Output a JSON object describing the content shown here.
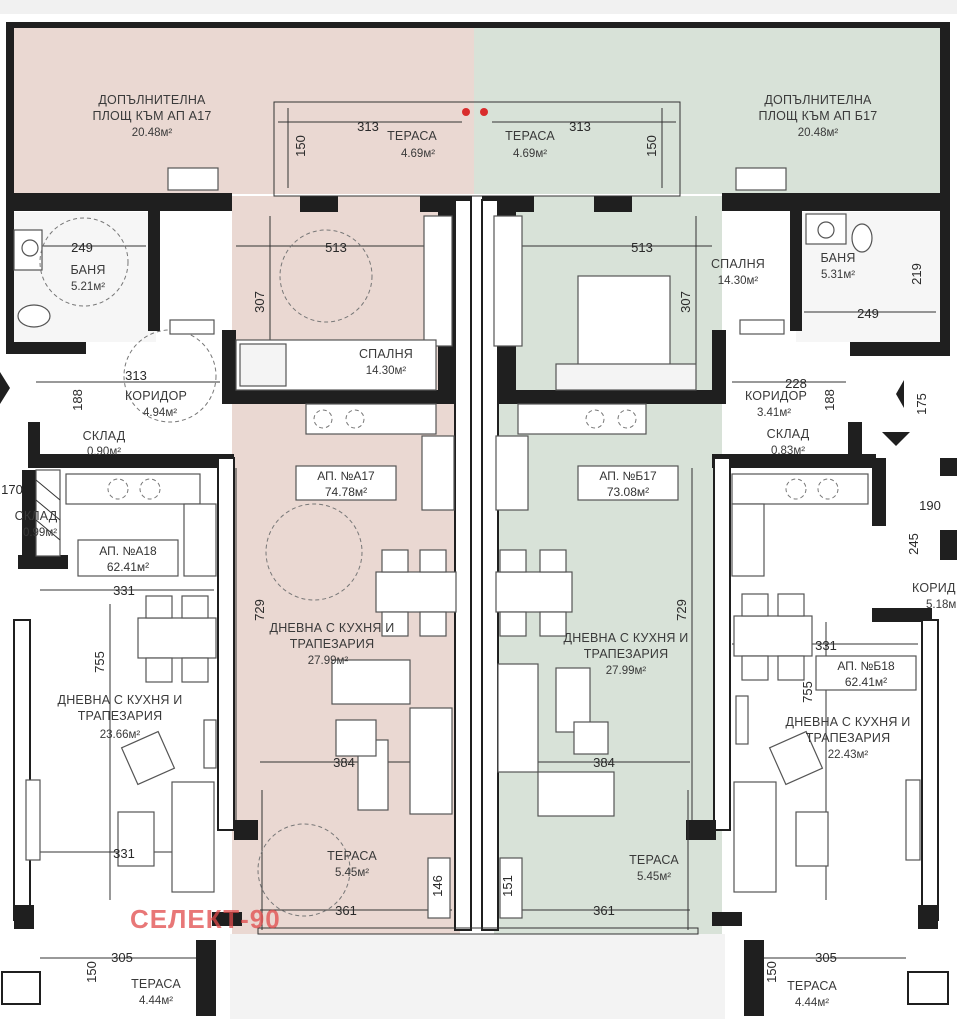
{
  "apartments": [
    {
      "id": "a17",
      "label": "АП. №А17",
      "area": "74.78м²"
    },
    {
      "id": "b17",
      "label": "АП. №Б17",
      "area": "73.08м²"
    },
    {
      "id": "a18",
      "label": "АП. №А18",
      "area": "62.41м²"
    },
    {
      "id": "b18",
      "label": "АП. №Б18",
      "area": "62.41м²"
    }
  ],
  "rooms": [
    {
      "id": "extra-a17",
      "lines": [
        "ДОПЪЛНИТЕЛНА",
        "ПЛОЩ КЪМ АП А17"
      ],
      "area": "20.48м²"
    },
    {
      "id": "extra-b17",
      "lines": [
        "ДОПЪЛНИТЕЛНА",
        "ПЛОЩ КЪМ АП Б17"
      ],
      "area": "20.48м²"
    },
    {
      "id": "terrace-a17-top",
      "lines": [
        "ТЕРАСА"
      ],
      "area": "4.69м²"
    },
    {
      "id": "terrace-b17-top",
      "lines": [
        "ТЕРАСА"
      ],
      "area": "4.69м²"
    },
    {
      "id": "bath-a17",
      "lines": [
        "БАНЯ"
      ],
      "area": "5.21м²"
    },
    {
      "id": "bath-b17",
      "lines": [
        "БАНЯ"
      ],
      "area": "5.31м²"
    },
    {
      "id": "bed-a17",
      "lines": [
        "СПАЛНЯ"
      ],
      "area": "14.30м²"
    },
    {
      "id": "bed-b17",
      "lines": [
        "СПАЛНЯ"
      ],
      "area": "14.30м²"
    },
    {
      "id": "corr-a17",
      "lines": [
        "КОРИДОР"
      ],
      "area": "4.94м²"
    },
    {
      "id": "corr-b17",
      "lines": [
        "КОРИДОР"
      ],
      "area": "3.41м²"
    },
    {
      "id": "store-a17",
      "lines": [
        "СКЛАД"
      ],
      "area": "0.90м²"
    },
    {
      "id": "store-b17",
      "lines": [
        "СКЛАД"
      ],
      "area": "0.83м²"
    },
    {
      "id": "store-a18",
      "lines": [
        "СКЛАД"
      ],
      "area": "0.99м²"
    },
    {
      "id": "living-a17",
      "lines": [
        "ДНЕВНА С КУХНЯ И",
        "ТРАПЕЗАРИЯ"
      ],
      "area": "27.99м²"
    },
    {
      "id": "living-b17",
      "lines": [
        "ДНЕВНА С КУХНЯ И",
        "ТРАПЕЗАРИЯ"
      ],
      "area": "27.99м²"
    },
    {
      "id": "living-a18",
      "lines": [
        "ДНЕВНА С КУХНЯ И",
        "ТРАПЕЗАРИЯ"
      ],
      "area": "23.66м²"
    },
    {
      "id": "living-b18",
      "lines": [
        "ДНЕВНА С КУХНЯ И",
        "ТРАПЕЗАРИЯ"
      ],
      "area": "22.43м²"
    },
    {
      "id": "terrace-a17",
      "lines": [
        "ТЕРАСА"
      ],
      "area": "5.45м²"
    },
    {
      "id": "terrace-b17",
      "lines": [
        "ТЕРАСА"
      ],
      "area": "5.45м²"
    },
    {
      "id": "terrace-a18",
      "lines": [
        "ТЕРАСА"
      ],
      "area": "4.44м²"
    },
    {
      "id": "terrace-b18",
      "lines": [
        "ТЕРАСА"
      ],
      "area": "4.44м²"
    },
    {
      "id": "corr-b18",
      "lines": [
        "КОРИД"
      ],
      "area": "5.18м"
    }
  ],
  "dimensions": [
    {
      "id": "d313-a",
      "text": "313"
    },
    {
      "id": "d313-b",
      "text": "313"
    },
    {
      "id": "d150-a",
      "text": "150"
    },
    {
      "id": "d150-b",
      "text": "150"
    },
    {
      "id": "d249-a",
      "text": "249"
    },
    {
      "id": "d249-b",
      "text": "249"
    },
    {
      "id": "d513-a",
      "text": "513"
    },
    {
      "id": "d513-b",
      "text": "513"
    },
    {
      "id": "d307-a",
      "text": "307"
    },
    {
      "id": "d307-b",
      "text": "307"
    },
    {
      "id": "d219",
      "text": "219"
    },
    {
      "id": "d313-c",
      "text": "313"
    },
    {
      "id": "d228",
      "text": "228"
    },
    {
      "id": "d188-a",
      "text": "188"
    },
    {
      "id": "d188-b",
      "text": "188"
    },
    {
      "id": "d175",
      "text": "175"
    },
    {
      "id": "d170",
      "text": "170"
    },
    {
      "id": "d190",
      "text": "190"
    },
    {
      "id": "d245",
      "text": "245"
    },
    {
      "id": "d331-a",
      "text": "331"
    },
    {
      "id": "d331-b",
      "text": "331"
    },
    {
      "id": "d331-c",
      "text": "331"
    },
    {
      "id": "d729-a",
      "text": "729"
    },
    {
      "id": "d729-b",
      "text": "729"
    },
    {
      "id": "d755-a",
      "text": "755"
    },
    {
      "id": "d755-b",
      "text": "755"
    },
    {
      "id": "d384-a",
      "text": "384"
    },
    {
      "id": "d384-b",
      "text": "384"
    },
    {
      "id": "d146",
      "text": "146"
    },
    {
      "id": "d151",
      "text": "151"
    },
    {
      "id": "d361-a",
      "text": "361"
    },
    {
      "id": "d361-b",
      "text": "361"
    },
    {
      "id": "d305-a",
      "text": "305"
    },
    {
      "id": "d305-b",
      "text": "305"
    },
    {
      "id": "d150-c",
      "text": "150"
    },
    {
      "id": "d150-d",
      "text": "150"
    }
  ],
  "watermark": "СЕЛЕКТ-90",
  "colors": {
    "apt_a17": "#ead8d2",
    "apt_b17": "#d8e2d8",
    "wall": "#1f1f1f"
  }
}
